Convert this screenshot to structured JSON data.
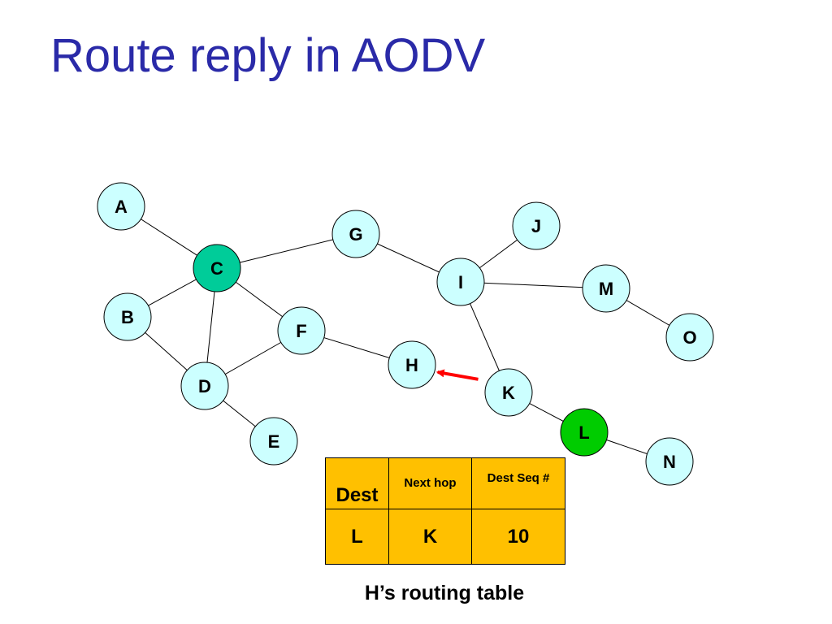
{
  "title": "Route reply in AODV",
  "colors": {
    "node_fill": "#ccffff",
    "source_fill": "#00cc99",
    "destination_fill": "#00cc00",
    "edge": "#000000",
    "reply_arrow": "#ff0000",
    "table_fill": "#ffc000",
    "title": "#2a2aa8"
  },
  "graph": {
    "nodes": [
      {
        "id": "A",
        "role": "normal"
      },
      {
        "id": "B",
        "role": "normal"
      },
      {
        "id": "C",
        "role": "source"
      },
      {
        "id": "D",
        "role": "normal"
      },
      {
        "id": "E",
        "role": "normal"
      },
      {
        "id": "F",
        "role": "normal"
      },
      {
        "id": "G",
        "role": "normal"
      },
      {
        "id": "H",
        "role": "normal"
      },
      {
        "id": "I",
        "role": "normal"
      },
      {
        "id": "J",
        "role": "normal"
      },
      {
        "id": "K",
        "role": "normal"
      },
      {
        "id": "L",
        "role": "destination"
      },
      {
        "id": "M",
        "role": "normal"
      },
      {
        "id": "N",
        "role": "normal"
      },
      {
        "id": "O",
        "role": "normal"
      }
    ],
    "edges": [
      [
        "A",
        "C"
      ],
      [
        "C",
        "G"
      ],
      [
        "C",
        "B"
      ],
      [
        "C",
        "D"
      ],
      [
        "C",
        "F"
      ],
      [
        "B",
        "D"
      ],
      [
        "D",
        "F"
      ],
      [
        "D",
        "E"
      ],
      [
        "F",
        "H"
      ],
      [
        "G",
        "I"
      ],
      [
        "I",
        "J"
      ],
      [
        "I",
        "M"
      ],
      [
        "I",
        "K"
      ],
      [
        "M",
        "O"
      ],
      [
        "K",
        "L"
      ],
      [
        "L",
        "N"
      ]
    ],
    "reply_arrow": {
      "from": "K",
      "to": "H"
    }
  },
  "routing_table": {
    "headers": [
      "Dest",
      "Next hop",
      "Dest Seq #"
    ],
    "rows": [
      [
        "L",
        "K",
        "10"
      ]
    ]
  },
  "caption": "H’s routing table"
}
